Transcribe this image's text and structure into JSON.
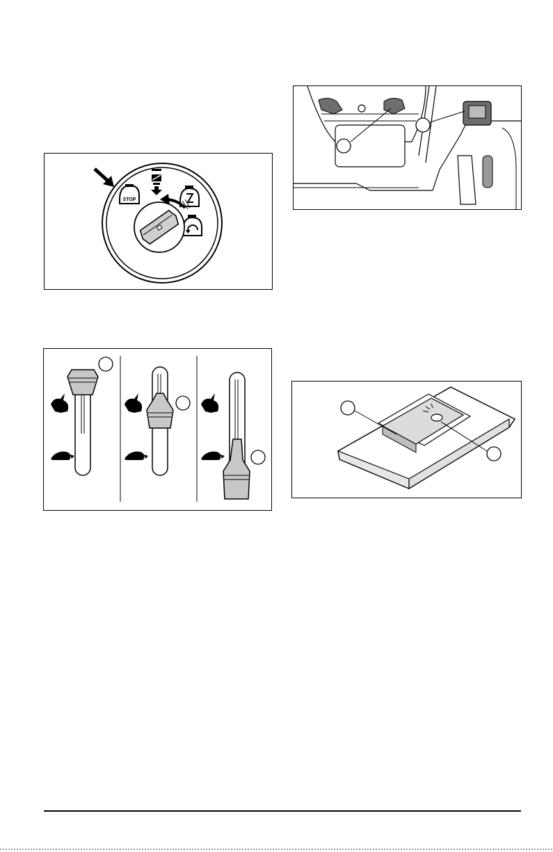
{
  "figures": {
    "ignition_switch": {
      "position_labels": {
        "stop": "STOP"
      },
      "icons": [
        "pointer-arrow-icon",
        "engine-stop-icon",
        "mower-icon",
        "arrow-down-icon",
        "run-icon",
        "start-icon",
        "ignition-key-icon"
      ]
    },
    "throttle_control": {
      "panel_count": 3,
      "icons": [
        "rabbit-icon",
        "turtle-icon"
      ]
    },
    "dashboard_view": {
      "callout_count": 2
    },
    "rocker_switch": {
      "callout_count": 2
    }
  },
  "colors": {
    "line": "#000000",
    "fill_gray": "#c8c8c8",
    "dark_gray": "#6e6e6e"
  }
}
